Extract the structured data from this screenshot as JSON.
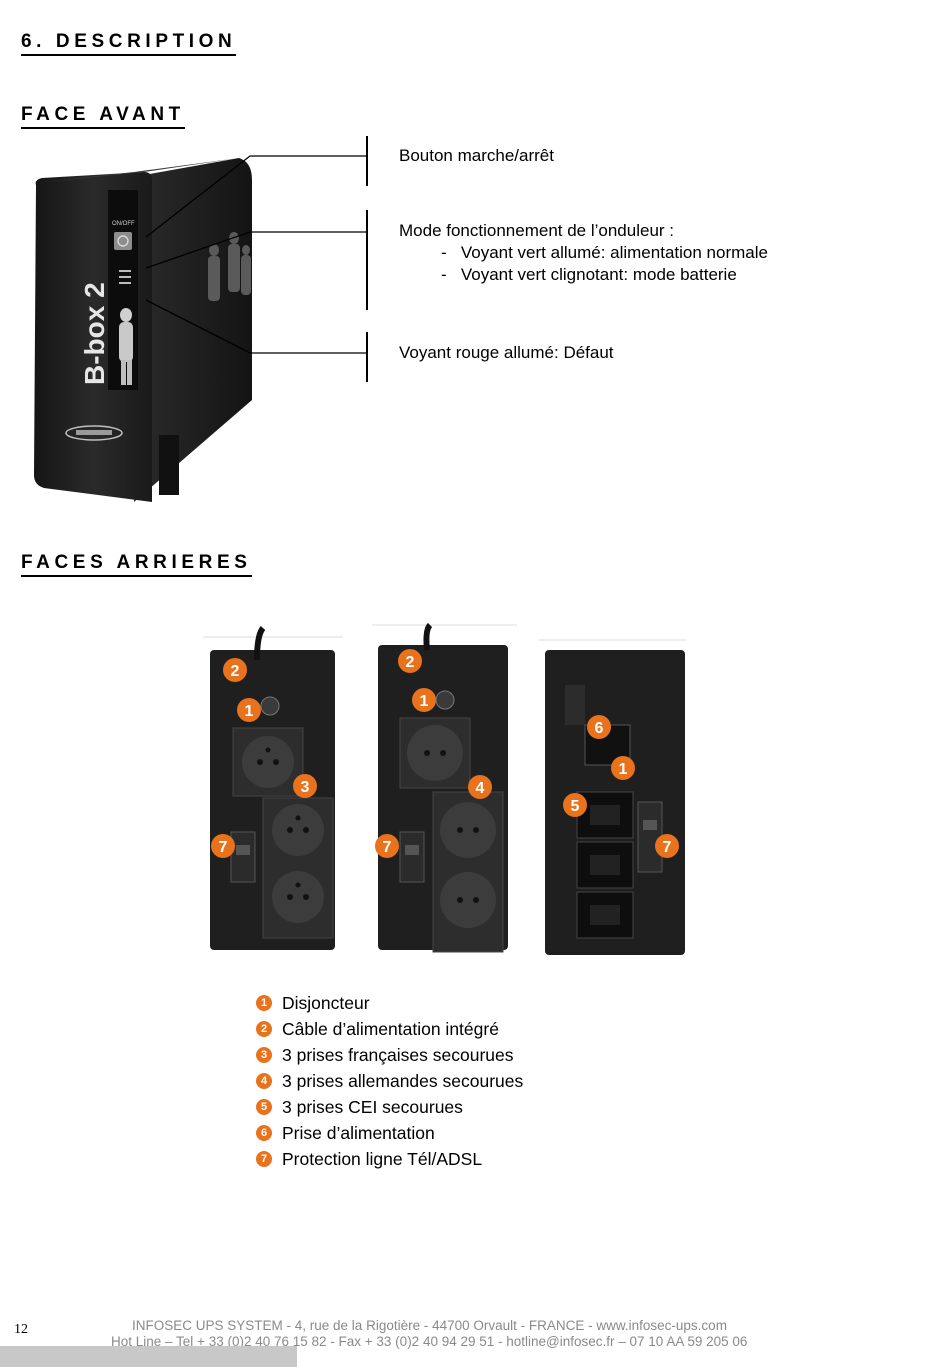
{
  "headings": {
    "description": "6. DESCRIPTION",
    "face_avant": "FACE AVANT",
    "faces_arrieres": "FACES ARRIERES"
  },
  "front": {
    "brand_text": "B-box 2",
    "onoff_label": "ON/OFF",
    "callouts": {
      "button": "Bouton marche/arrêt",
      "mode_title": "Mode fonctionnement de l’onduleur :",
      "mode_items": [
        "Voyant vert allumé: alimentation normale",
        "Voyant vert clignotant: mode batterie"
      ],
      "fault": "Voyant rouge allumé: Défaut"
    }
  },
  "rear": {
    "badges": {
      "fr": [
        "2",
        "1",
        "3",
        "7"
      ],
      "de": [
        "2",
        "1",
        "4",
        "7"
      ],
      "iec": [
        "6",
        "1",
        "5",
        "7"
      ]
    }
  },
  "legend": [
    {
      "num": "1",
      "label": "Disjoncteur"
    },
    {
      "num": "2",
      "label": "Câble d’alimentation intégré"
    },
    {
      "num": "3",
      "label": "3 prises françaises secourues"
    },
    {
      "num": "4",
      "label": "3 prises allemandes secourues"
    },
    {
      "num": "5",
      "label": "3 prises CEI secourues"
    },
    {
      "num": "6",
      "label": "Prise d’alimentation"
    },
    {
      "num": "7",
      "label": "Protection ligne Tél/ADSL"
    }
  ],
  "footer": {
    "page_number": "12",
    "line1": "INFOSEC UPS SYSTEM - 4, rue de la Rigotière - 44700 Orvault - FRANCE -  www.infosec-ups.com",
    "line2": "Hot Line – Tel + 33 (0)2 40 76 15 82 - Fax + 33 (0)2 40 94 29 51 - hotline@infosec.fr – 07 10 AA 59 205 06"
  },
  "colors": {
    "badge": "#e8731c",
    "device": "#1b1b1b"
  }
}
